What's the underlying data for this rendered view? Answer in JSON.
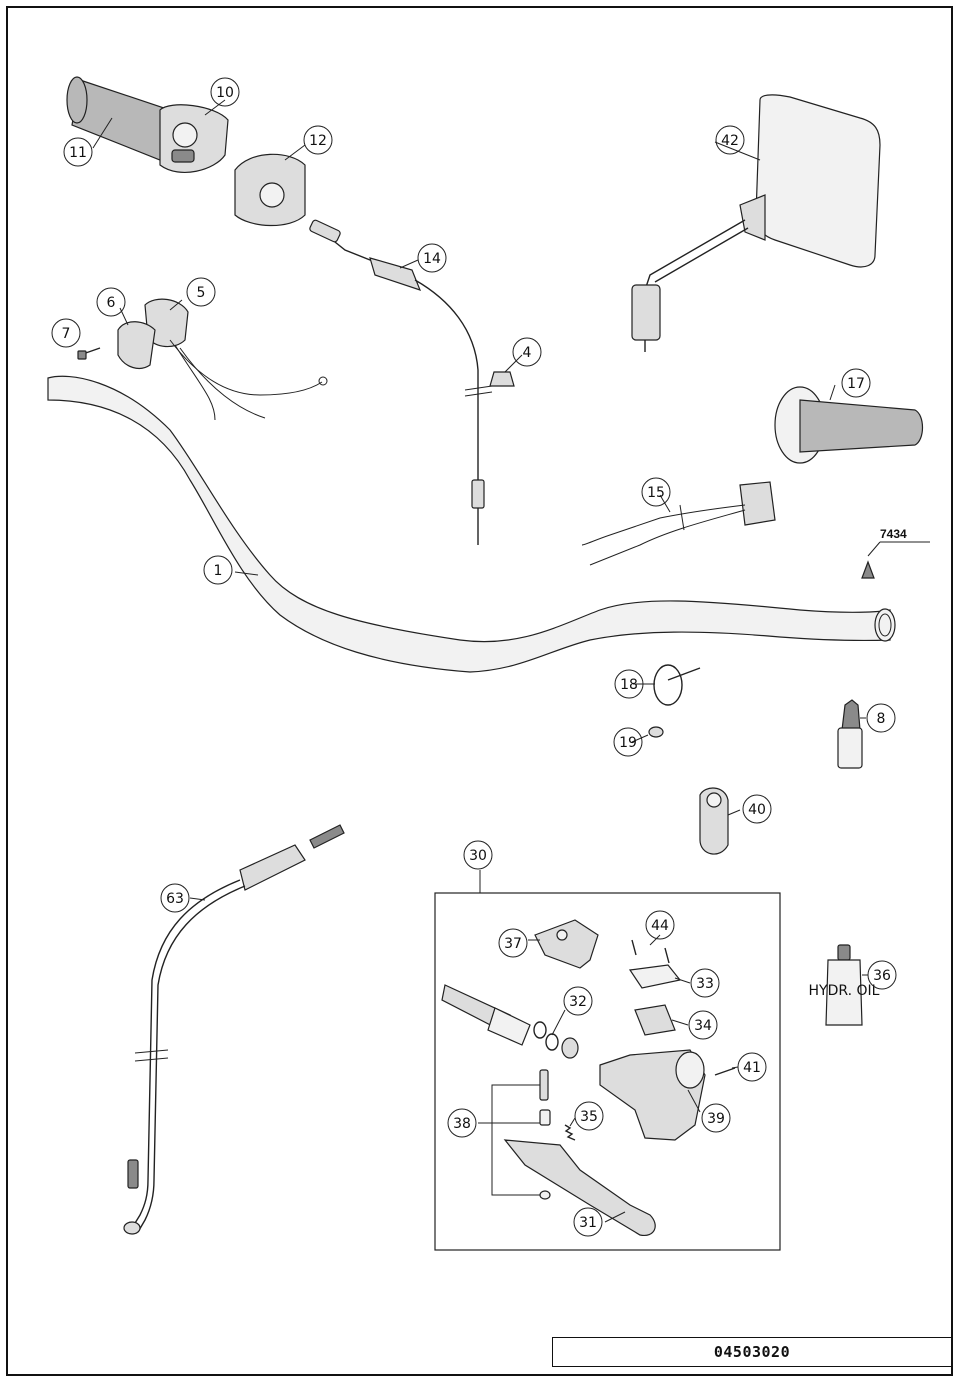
{
  "drawing_number": "04503020",
  "reference_label": "7434",
  "callouts": [
    {
      "id": "c1",
      "text": "1"
    },
    {
      "id": "c4",
      "text": "4"
    },
    {
      "id": "c5",
      "text": "5"
    },
    {
      "id": "c6",
      "text": "6"
    },
    {
      "id": "c7",
      "text": "7"
    },
    {
      "id": "c8",
      "text": "8"
    },
    {
      "id": "c10",
      "text": "10"
    },
    {
      "id": "c11",
      "text": "11"
    },
    {
      "id": "c12",
      "text": "12"
    },
    {
      "id": "c14",
      "text": "14"
    },
    {
      "id": "c15",
      "text": "15"
    },
    {
      "id": "c17",
      "text": "17"
    },
    {
      "id": "c18",
      "text": "18"
    },
    {
      "id": "c19",
      "text": "19"
    },
    {
      "id": "c30",
      "text": "30"
    },
    {
      "id": "c31",
      "text": "31"
    },
    {
      "id": "c32",
      "text": "32"
    },
    {
      "id": "c33",
      "text": "33"
    },
    {
      "id": "c34",
      "text": "34"
    },
    {
      "id": "c35",
      "text": "35"
    },
    {
      "id": "c36",
      "text": "36"
    },
    {
      "id": "c37",
      "text": "37"
    },
    {
      "id": "c38",
      "text": "38"
    },
    {
      "id": "c39",
      "text": "39"
    },
    {
      "id": "c40",
      "text": "40"
    },
    {
      "id": "c41",
      "text": "41"
    },
    {
      "id": "c42",
      "text": "42"
    },
    {
      "id": "c44",
      "text": "44"
    },
    {
      "id": "c63",
      "text": "63"
    }
  ],
  "bottle_label": "HYDR. OIL"
}
